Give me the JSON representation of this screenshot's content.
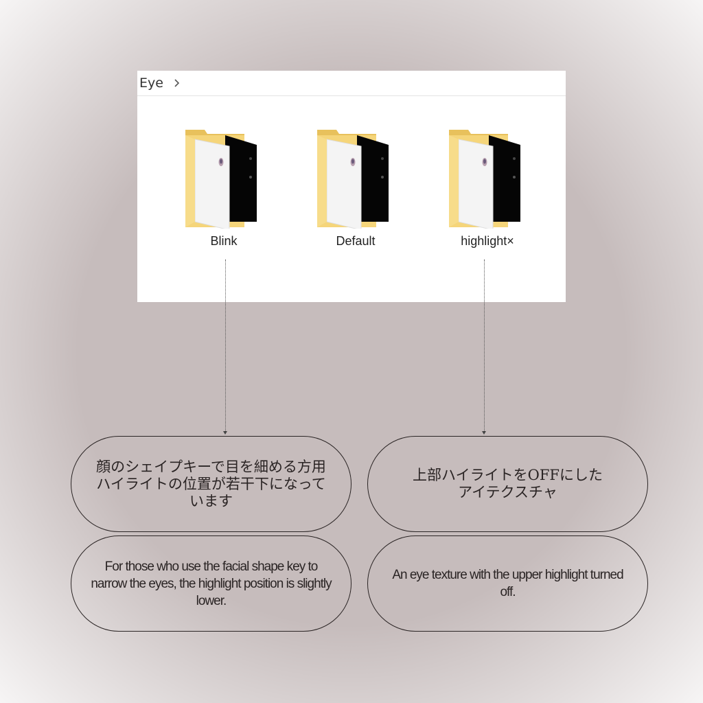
{
  "explorer": {
    "breadcrumb": "Eye",
    "folders": [
      {
        "label": "Blink"
      },
      {
        "label": "Default"
      },
      {
        "label": "highlight×"
      }
    ]
  },
  "notes": {
    "blink_jp": "顔のシェイプキーで目を細める方用ハイライトの位置が若干下になっています",
    "highlight_jp": "上部ハイライトをOFFにしたアイテクスチャ",
    "blink_en": "For those who use the facial shape key to narrow the eyes, the highlight position is slightly lower.",
    "highlight_en": "An eye texture with the upper highlight turned off."
  },
  "colors": {
    "background": "#c6bcbc",
    "folder_yellow": "#f5d57a",
    "pill_border": "#2a2424"
  }
}
